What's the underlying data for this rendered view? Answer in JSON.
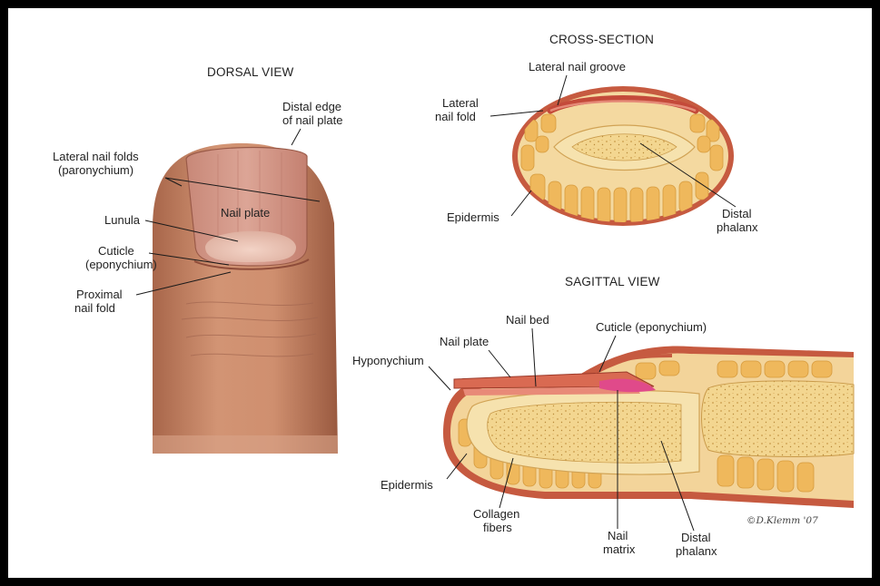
{
  "dorsal": {
    "title": "DORSAL VIEW",
    "labels": {
      "distal_edge": [
        "Distal edge",
        "of nail plate"
      ],
      "lateral_folds": [
        "Lateral nail folds",
        "(paronychium)"
      ],
      "nail_plate": "Nail plate",
      "lunula": "Lunula",
      "cuticle": [
        "Cuticle",
        "(eponychium)"
      ],
      "proximal_fold": [
        "Proximal",
        "nail fold"
      ]
    }
  },
  "cross_section": {
    "title": "CROSS-SECTION",
    "labels": {
      "lateral_groove": "Lateral nail groove",
      "lateral_fold": [
        "Lateral",
        "nail fold"
      ],
      "epidermis": "Epidermis",
      "distal_phalanx": [
        "Distal",
        "phalanx"
      ]
    }
  },
  "sagittal": {
    "title": "SAGITTAL VIEW",
    "labels": {
      "nail_bed": "Nail bed",
      "nail_plate": "Nail plate",
      "cuticle": "Cuticle (eponychium)",
      "hyponychium": "Hyponychium",
      "epidermis": "Epidermis",
      "collagen": [
        "Collagen",
        "fibers"
      ],
      "nail_matrix": [
        "Nail",
        "matrix"
      ],
      "distal_phalanx": [
        "Distal",
        "phalanx"
      ]
    }
  },
  "signature": "©D.Klemm '07",
  "colors": {
    "skin": "#c98a66",
    "nail": "#d8a08c",
    "lunula": "#ecc6b8",
    "tissue": "#f0c070",
    "bone": "#f2d48a",
    "epidermis": "#c0503a",
    "matrix": "#e04a8a"
  }
}
